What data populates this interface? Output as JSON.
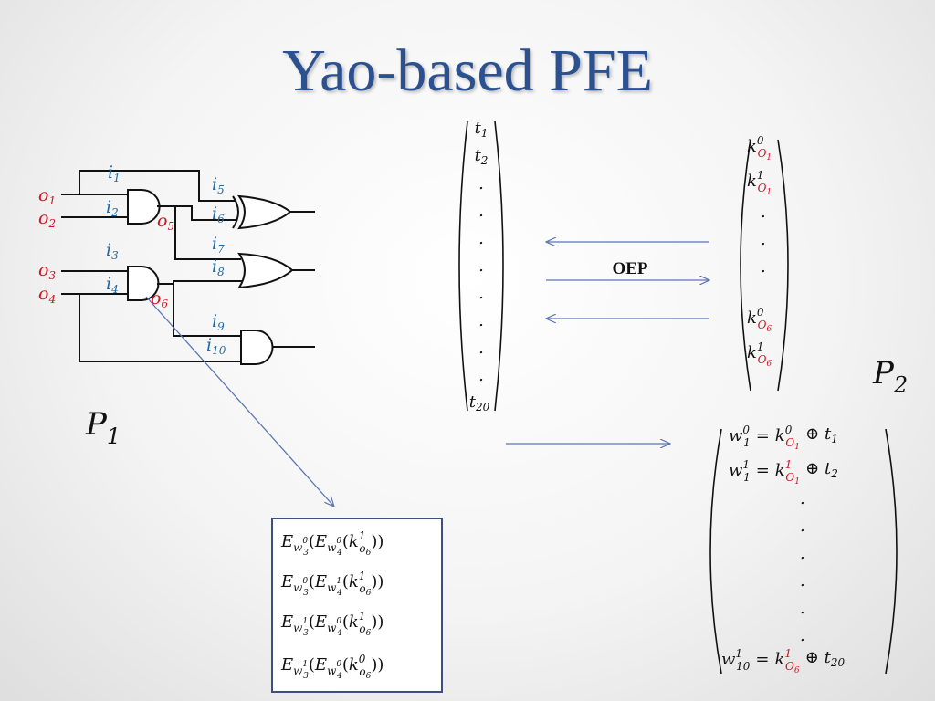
{
  "title": "Yao-based PFE",
  "oep_label": "OEP",
  "party1": {
    "letter": "P",
    "index": "1"
  },
  "party2": {
    "letter": "P",
    "index": "2"
  },
  "circuit": {
    "outputs_left": [
      {
        "letter": "o",
        "index": "1"
      },
      {
        "letter": "o",
        "index": "2"
      },
      {
        "letter": "o",
        "index": "3"
      },
      {
        "letter": "o",
        "index": "4"
      }
    ],
    "gate_outputs": [
      {
        "letter": "o",
        "index": "5"
      },
      {
        "letter": "o",
        "index": "6"
      }
    ],
    "inputs": [
      {
        "letter": "i",
        "index": "1"
      },
      {
        "letter": "i",
        "index": "2"
      },
      {
        "letter": "i",
        "index": "3"
      },
      {
        "letter": "i",
        "index": "4"
      },
      {
        "letter": "i",
        "index": "5"
      },
      {
        "letter": "i",
        "index": "6"
      },
      {
        "letter": "i",
        "index": "7"
      },
      {
        "letter": "i",
        "index": "8"
      },
      {
        "letter": "i",
        "index": "9"
      },
      {
        "letter": "i",
        "index": "10"
      }
    ]
  },
  "t_vector": {
    "first": {
      "letter": "t",
      "index": "1"
    },
    "second": {
      "letter": "t",
      "index": "2"
    },
    "last": {
      "letter": "t",
      "index": "20"
    },
    "dot": "."
  },
  "k_vector": {
    "letter": "k",
    "entries": [
      {
        "sup": "0",
        "sub_letter": "O",
        "sub_index": "1"
      },
      {
        "sup": "1",
        "sub_letter": "O",
        "sub_index": "1"
      },
      {
        "sup": "0",
        "sub_letter": "O",
        "sub_index": "6"
      },
      {
        "sup": "1",
        "sub_letter": "O",
        "sub_index": "6"
      }
    ]
  },
  "w_vector": {
    "rows": [
      {
        "w_sup": "0",
        "w_sub": "1",
        "k_sup": "0",
        "k_sub_letter": "O",
        "k_sub_index": "1",
        "t_index": "1"
      },
      {
        "w_sup": "1",
        "w_sub": "1",
        "k_sup": "1",
        "k_sub_letter": "O",
        "k_sub_index": "1",
        "t_index": "2"
      },
      {
        "w_sup": "1",
        "w_sub": "10",
        "k_sup": "1",
        "k_sub_letter": "O",
        "k_sub_index": "6",
        "t_index": "20"
      }
    ],
    "equals": "=",
    "xor": "⊕"
  },
  "garbled_table": {
    "rows": [
      {
        "w3": "0",
        "w4": "0",
        "k_sup": "1"
      },
      {
        "w3": "0",
        "w4": "1",
        "k_sup": "1"
      },
      {
        "w3": "1",
        "w4": "0",
        "k_sup": "1"
      },
      {
        "w3": "1",
        "w4": "0",
        "k_sup": "0"
      }
    ],
    "E": "E",
    "w": "w",
    "w3_index": "3",
    "w4_index": "4",
    "k": "k",
    "k_sub_letter": "o",
    "k_sub_index": "6"
  },
  "colors": {
    "title": "#2b5190",
    "input_labels": "#1f6aa5",
    "wire_labels": "#d0141f",
    "arrows": "#5b74b5",
    "box_border": "#3d4f7f"
  }
}
